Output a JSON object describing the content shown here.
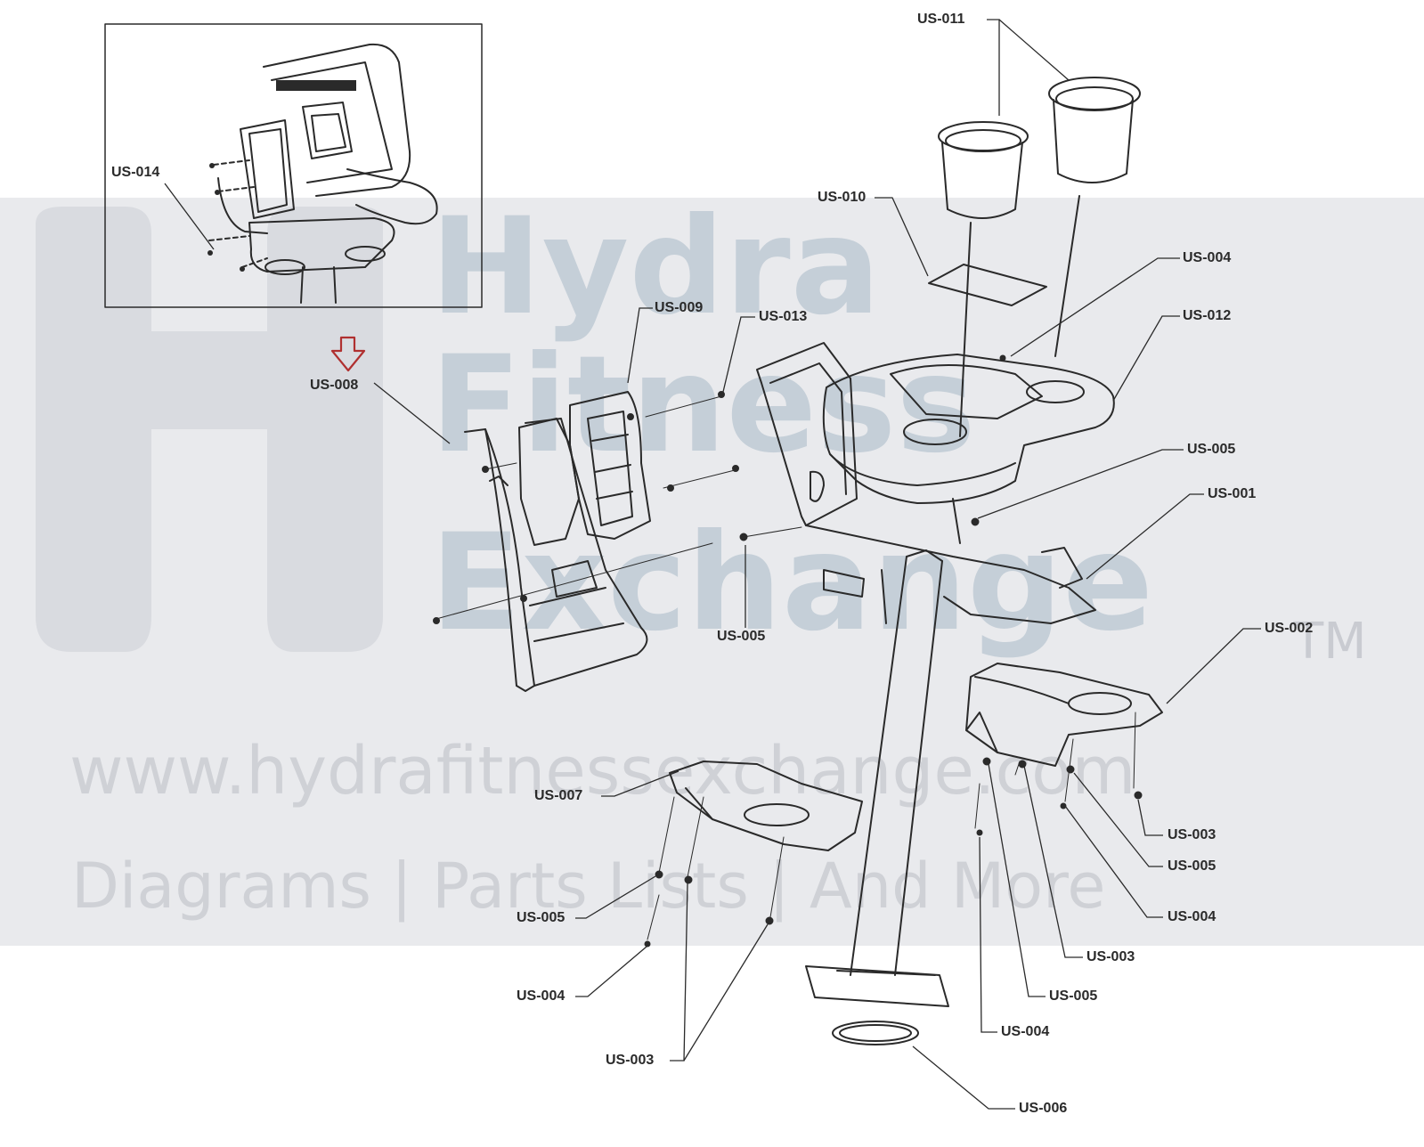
{
  "watermark": {
    "brand_line1": "Hydra",
    "brand_line2": "Fitness",
    "brand_line3": "Exchange",
    "trademark": "TM",
    "url": "www.hydrafitnessexchange.com",
    "tagline": "Diagrams | Parts Lists | And More"
  },
  "callouts": {
    "us011": "US-011",
    "us010": "US-010",
    "us004_top": "US-004",
    "us012": "US-012",
    "us014": "US-014",
    "us009": "US-009",
    "us013": "US-013",
    "us008": "US-008",
    "us005_right": "US-005",
    "us001": "US-001",
    "us005_mid": "US-005",
    "us002": "US-002",
    "us007": "US-007",
    "us003_r1": "US-003",
    "us005_r2": "US-005",
    "us004_r3": "US-004",
    "us005_left": "US-005",
    "us003_c1": "US-003",
    "us004_left": "US-004",
    "us005_c2": "US-005",
    "us003_bottom": "US-003",
    "us004_c3": "US-004",
    "us006": "US-006"
  },
  "colors": {
    "watermark_band": "#e9eaed",
    "watermark_text": "#c9cbd1",
    "watermark_accent": "#b9d2e3",
    "line": "#2a2a2a",
    "arrow": "#b03030"
  }
}
